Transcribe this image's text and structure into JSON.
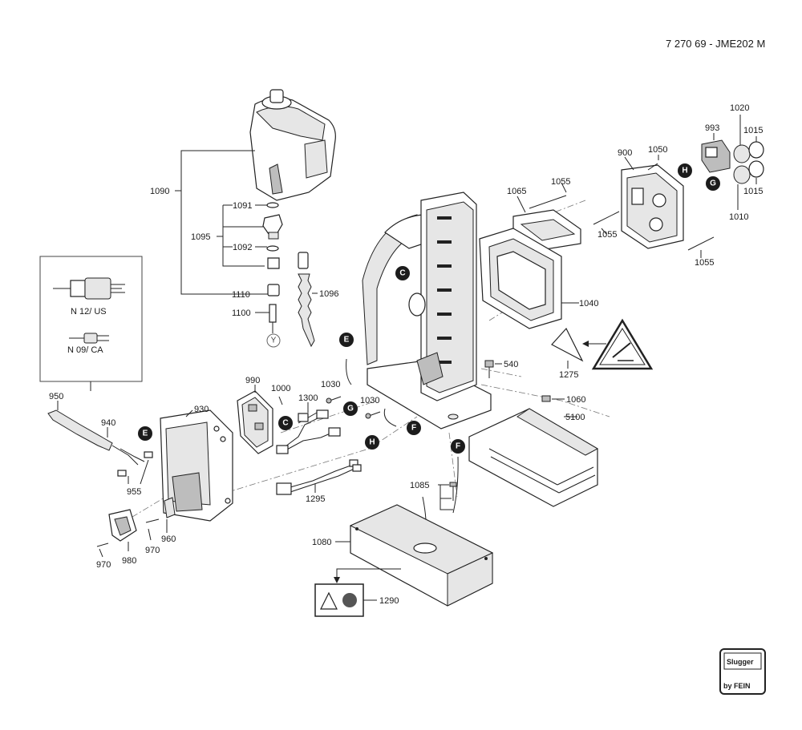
{
  "doc_id": "7 270 69 - JME202 M",
  "inset": {
    "plug_us": "N 12/ US",
    "plug_ca": "N 09/ CA"
  },
  "parts": {
    "p1090": "1090",
    "p1091": "1091",
    "p1095": "1095",
    "p1092": "1092",
    "p1110": "1110",
    "p1100": "1100",
    "p1096": "1096",
    "p950": "950",
    "p940": "940",
    "p955": "955",
    "p930": "930",
    "p990": "990",
    "p1000": "1000",
    "p1030a": "1030",
    "p1030b": "1030",
    "p1300": "1300",
    "p1295": "1295",
    "p960": "960",
    "p970a": "970",
    "p970b": "970",
    "p980": "980",
    "p1065": "1065",
    "p1055a": "1055",
    "p1055b": "1055",
    "p1055c": "1055",
    "p900": "900",
    "p1050": "1050",
    "p993": "993",
    "p1020": "1020",
    "p1015a": "1015",
    "p1015b": "1015",
    "p1010": "1010",
    "p1040": "1040",
    "p540": "540",
    "p1275": "1275",
    "p1060": "1060",
    "p5100": "5100",
    "p1085": "1085",
    "p1080": "1080",
    "p1290": "1290"
  },
  "markers": {
    "c1": "C",
    "c2": "C",
    "e1": "E",
    "e2": "E",
    "f1": "F",
    "f2": "F",
    "g1": "G",
    "g2": "G",
    "h1": "H",
    "h2": "H",
    "y": "Y"
  },
  "brand": {
    "name": "Slugger",
    "by": "by FEIN"
  }
}
